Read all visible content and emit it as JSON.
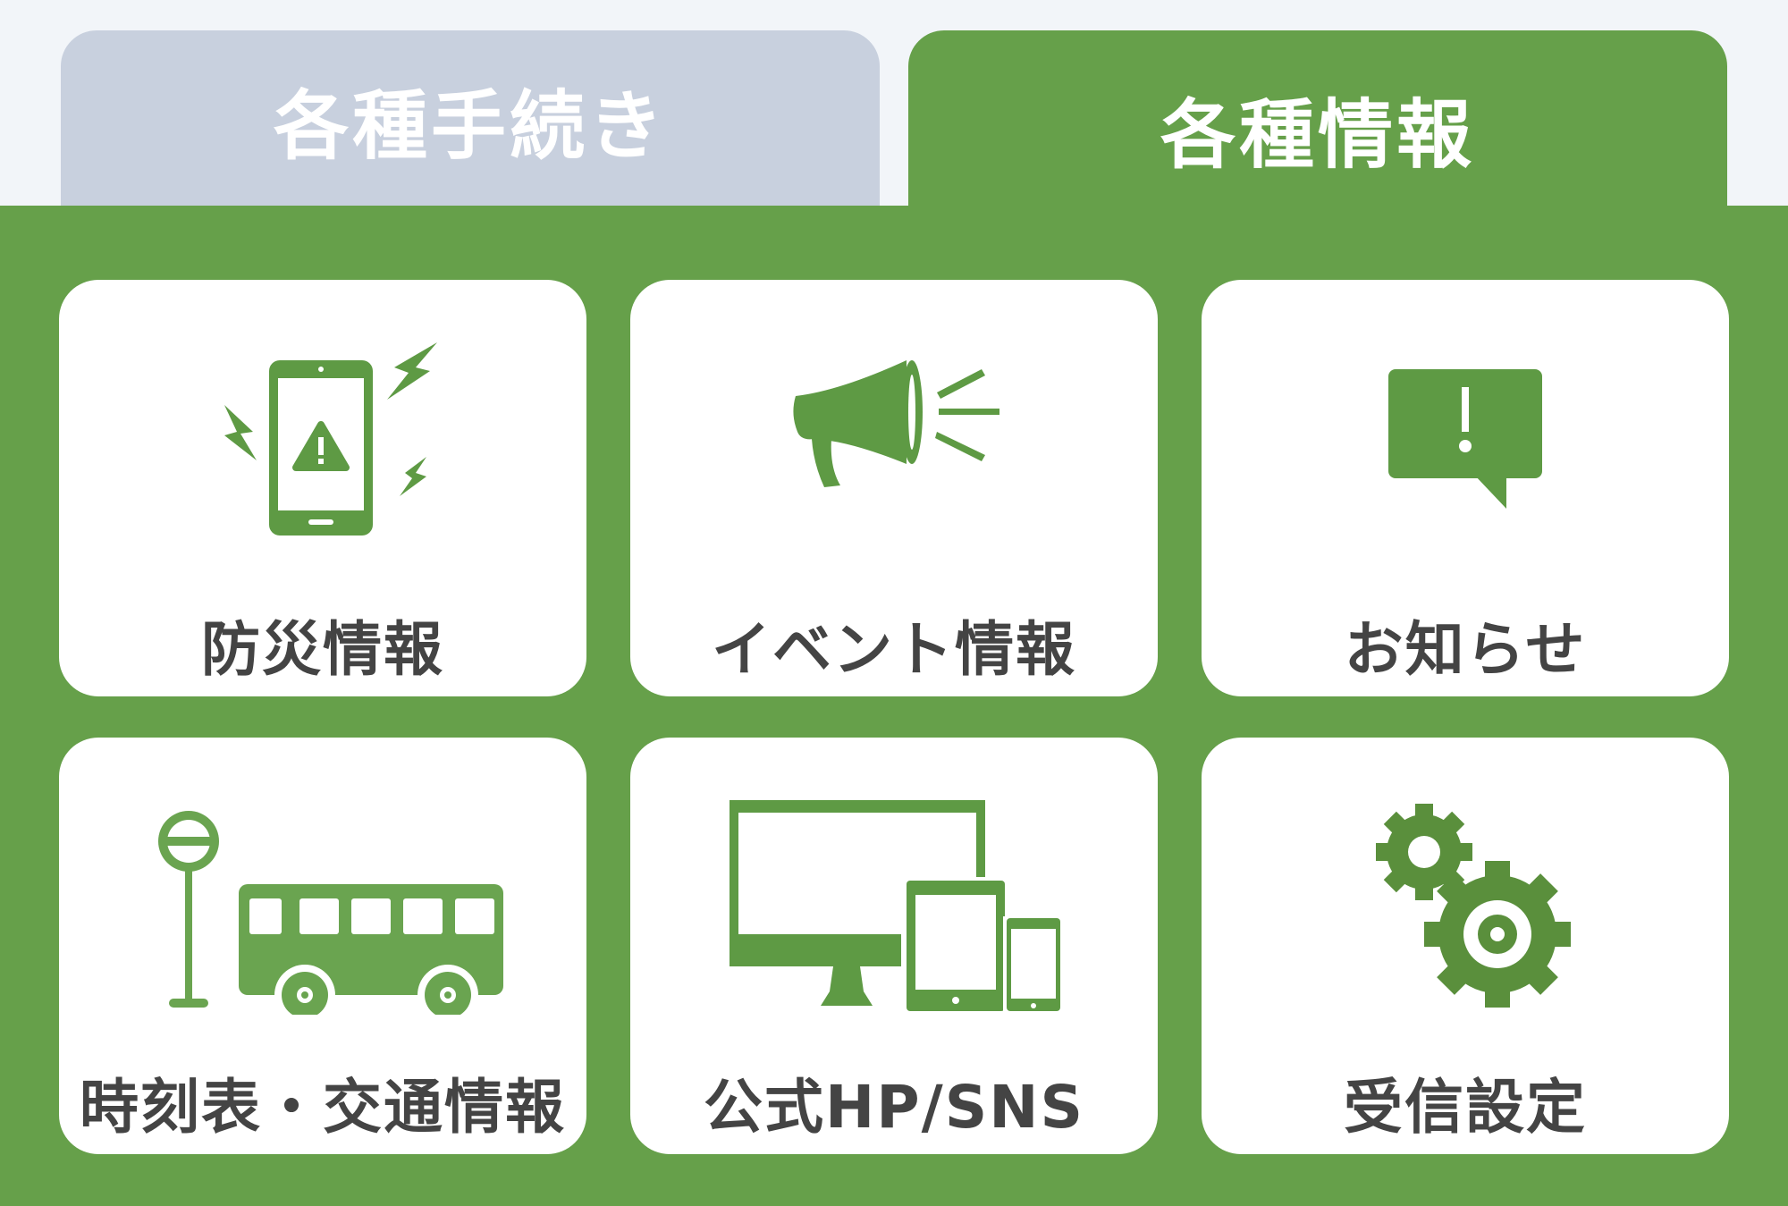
{
  "tabs": [
    {
      "label": "各種手続き",
      "active": false
    },
    {
      "label": "各種情報",
      "active": true
    }
  ],
  "cards": [
    {
      "label": "防災情報",
      "icon": "disaster-phone-icon"
    },
    {
      "label": "イベント情報",
      "icon": "megaphone-icon"
    },
    {
      "label": "お知らせ",
      "icon": "notice-bubble-icon"
    },
    {
      "label": "時刻表・交通情報",
      "icon": "bus-stop-icon"
    },
    {
      "label": "公式HP/SNS",
      "icon": "devices-icon"
    },
    {
      "label": "受信設定",
      "icon": "gears-icon"
    }
  ],
  "colors": {
    "accent": "#66a04a",
    "icon": "#5e9a44",
    "tab_inactive": "#c8d0de",
    "label_text": "#444444",
    "background": "#f2f5f9"
  }
}
